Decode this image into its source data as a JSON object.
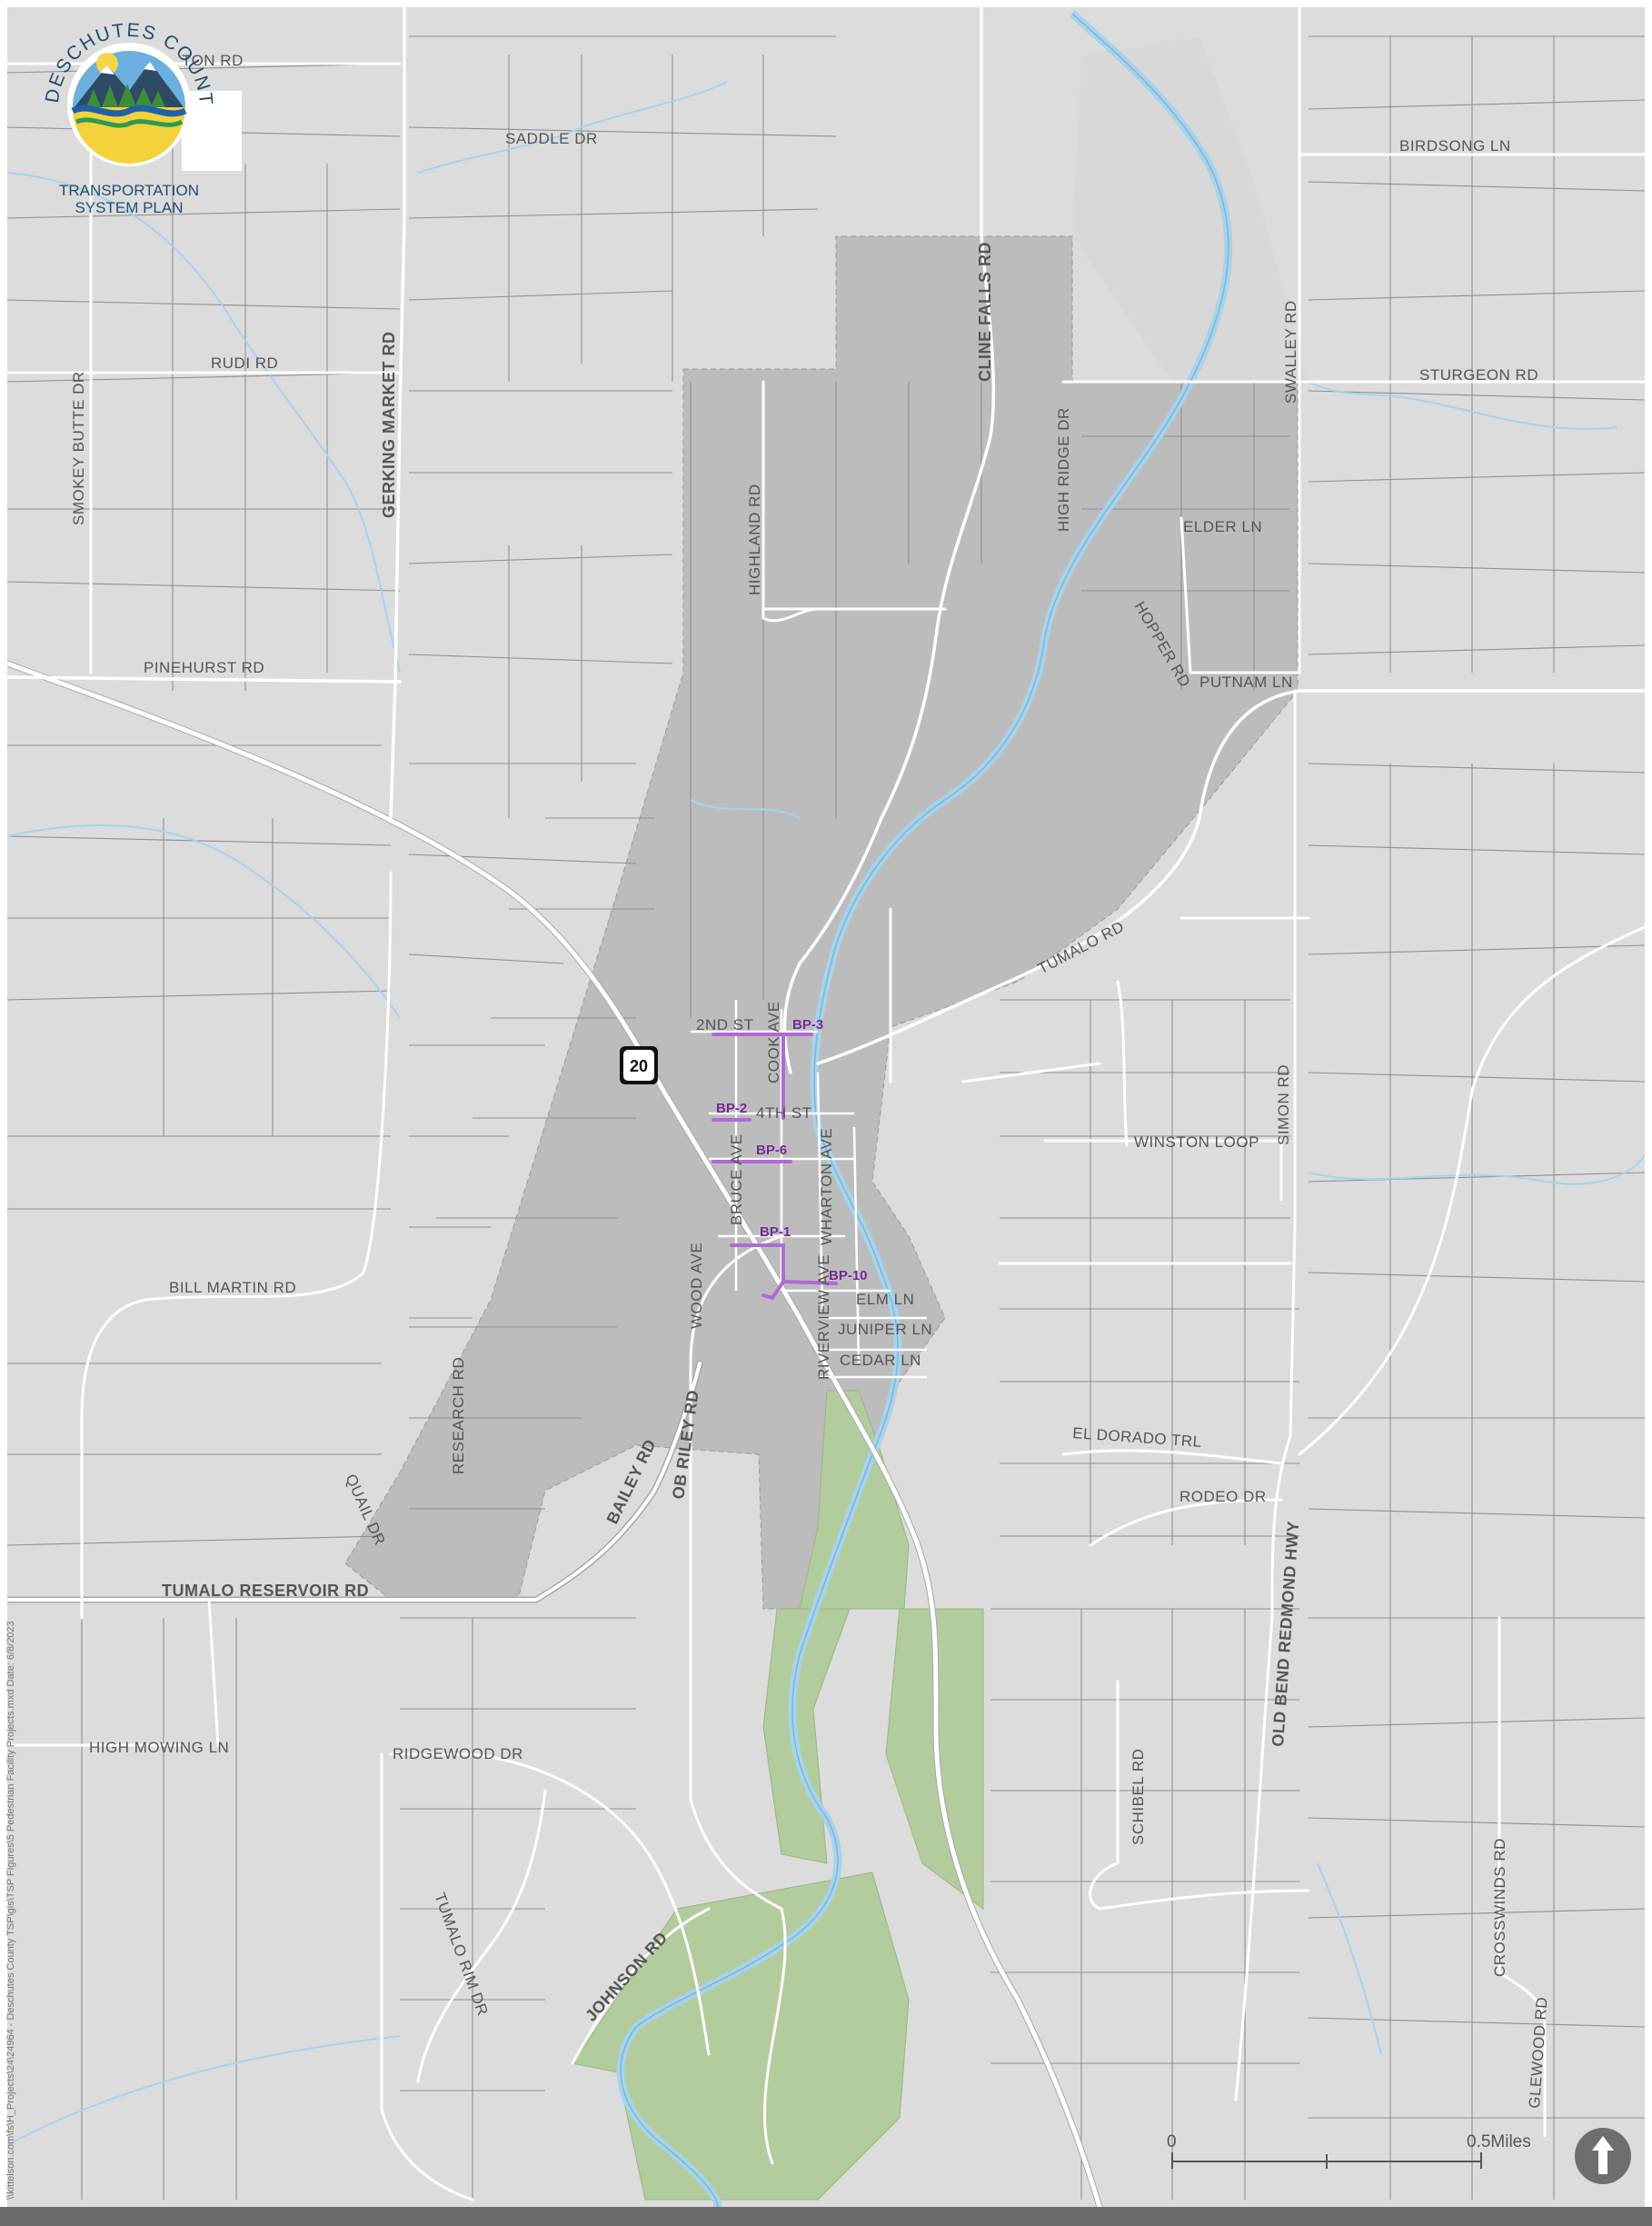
{
  "logo": {
    "agency": "DESCHUTES COUNTY",
    "title_line1": "TRANSPORTATION",
    "title_line2": "SYSTEM PLAN"
  },
  "file_note": "\\\\kittelson.com\\fs\\H_Projects\\24\\24964 - Deschutes County TSP\\gis\\TSP Figures\\5 Pedestrian Facility Projects.mxd   Date: 6/8/2023",
  "shield": {
    "route": "20"
  },
  "scale_bar": {
    "start": "0",
    "end": "0.5Miles"
  },
  "north_arrow": {
    "icon": "north-arrow-icon"
  },
  "colors": {
    "background": "#dcdcdc",
    "urban_area": "#bcbcbc",
    "park": "#b3cc9e",
    "river": "#a7d3ec",
    "project": "#b169d8",
    "road": "#ffffff",
    "parcel": "#8f8f8f"
  },
  "roads": {
    "ton_rd": "TON RD",
    "saddle_dr": "SADDLE DR",
    "birdsong_ln": "BIRDSONG LN",
    "cline_falls_rd": "CLINE FALLS RD",
    "swalley_rd": "SWALLEY RD",
    "sturgeon_rd": "STURGEON RD",
    "rudi_rd": "RUDI RD",
    "smokey_butte_dr": "SMOKEY BUTTE DR",
    "gerking_market_rd": "GERKING MARKET RD",
    "highland_rd": "HIGHLAND RD",
    "high_ridge_dr": "HIGH RIDGE DR",
    "elder_ln": "ELDER LN",
    "hopper_rd": "HOPPER RD",
    "putnam_ln": "PUTNAM LN",
    "pinehurst_rd": "PINEHURST RD",
    "tumalo_rd": "TUMALO RD",
    "second_st": "2ND ST",
    "cook_ave": "COOK AVE",
    "fourth_st": "4TH ST",
    "bruce_ave": "BRUCE AVE",
    "wharton_ave": "WHARTON AVE",
    "riverview_ave": "RIVERVIEW AVE",
    "elm_ln": "ELM LN",
    "juniper_ln": "JUNIPER LN",
    "cedar_ln": "CEDAR LN",
    "wood_ave": "WOOD AVE",
    "simon_rd": "SIMON RD",
    "winston_loop": "WINSTON LOOP",
    "bill_martin_rd": "BILL MARTIN RD",
    "research_rd": "RESEARCH RD",
    "bailey_rd": "BAILEY RD",
    "ob_riley_rd": "OB RILEY RD",
    "quail_dr": "QUAIL DR",
    "el_dorado_trl": "EL DORADO TRL",
    "rodeo_dr": "RODEO DR",
    "old_bend_redmond_hwy": "OLD BEND REDMOND HWY",
    "tumalo_reservoir_rd": "TUMALO RESERVOIR RD",
    "high_mowing_ln": "HIGH MOWING LN",
    "ridgewood_dr": "RIDGEWOOD DR",
    "schibel_rd": "SCHIBEL RD",
    "tumalo_rim_dr": "TUMALO RIM DR",
    "johnson_rd": "JOHNSON RD",
    "crosswinds_rd": "CROSSWINDS RD",
    "glewood_rd": "GLEWOOD RD"
  },
  "projects": {
    "bp3": "BP-3",
    "bp2": "BP-2",
    "bp6": "BP-6",
    "bp1": "BP-1",
    "bp10": "BP-10"
  }
}
